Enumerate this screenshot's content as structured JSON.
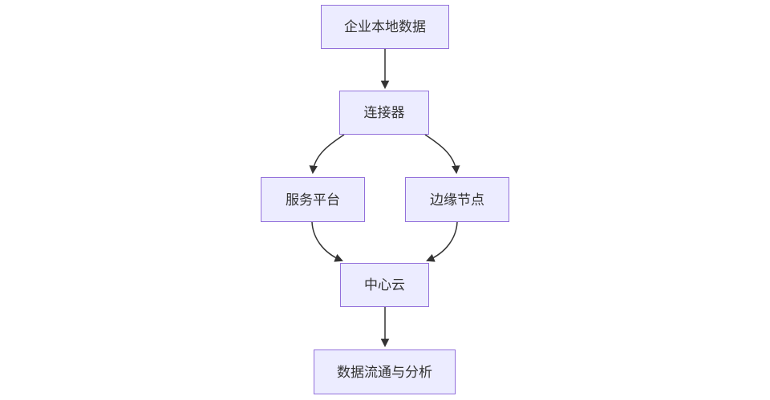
{
  "diagram": {
    "type": "flowchart",
    "direction": "top-down",
    "nodes": [
      {
        "id": "enterprise-local-data",
        "label": "企业本地数据"
      },
      {
        "id": "connector",
        "label": "连接器"
      },
      {
        "id": "service-platform",
        "label": "服务平台"
      },
      {
        "id": "edge-node",
        "label": "边缘节点"
      },
      {
        "id": "central-cloud",
        "label": "中心云"
      },
      {
        "id": "data-flow-analysis",
        "label": "数据流通与分析"
      }
    ],
    "edges": [
      {
        "from": "企业本地数据",
        "to": "连接器"
      },
      {
        "from": "连接器",
        "to": "服务平台"
      },
      {
        "from": "连接器",
        "to": "边缘节点"
      },
      {
        "from": "服务平台",
        "to": "中心云"
      },
      {
        "from": "边缘节点",
        "to": "中心云"
      },
      {
        "from": "中心云",
        "to": "数据流通与分析"
      }
    ],
    "colors": {
      "node_fill": "#ECECFF",
      "node_border": "#9370DB",
      "node_text": "#333333",
      "edge_stroke": "#333333",
      "background": "#FFFFFF"
    }
  }
}
